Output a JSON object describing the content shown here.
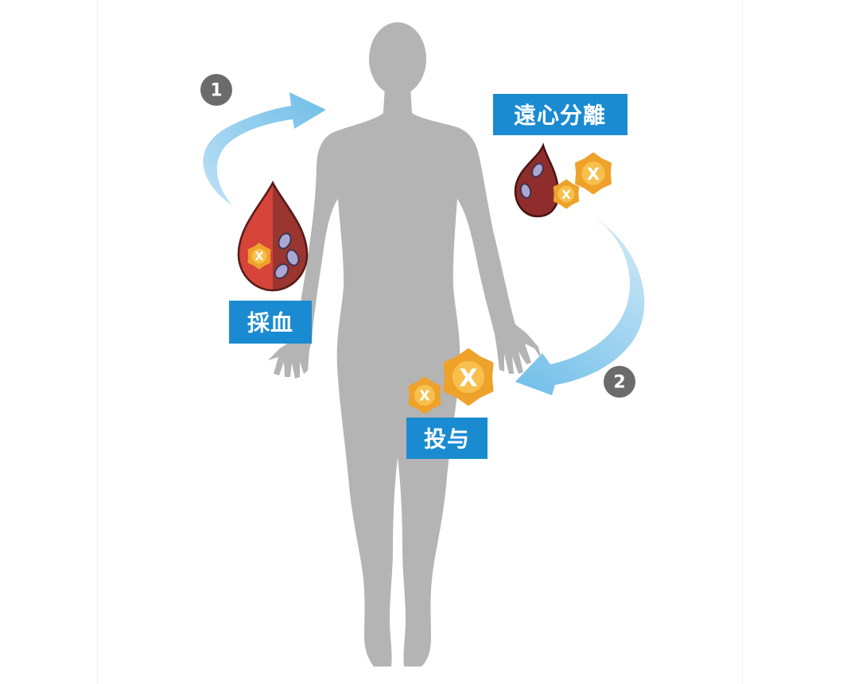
{
  "steps": {
    "first": "1",
    "second": "2"
  },
  "labels": {
    "blood_draw": "採血",
    "centrifugation": "遠心分離",
    "administration": "投与"
  },
  "factor": {
    "label": "X"
  },
  "colors": {
    "label_bg": "#1b8bd1",
    "arrow_light": "#a9d7f1",
    "arrow_dark": "#6fbde8",
    "silhouette": "#b4b4b4",
    "step_badge": "#6b6b6b",
    "factor_outer": "#eea22a",
    "factor_inner": "#f7c04d",
    "blood_light": "#d6443a",
    "blood_dark": "#8e2d2b",
    "blood_cell": "#aaa7d2"
  }
}
